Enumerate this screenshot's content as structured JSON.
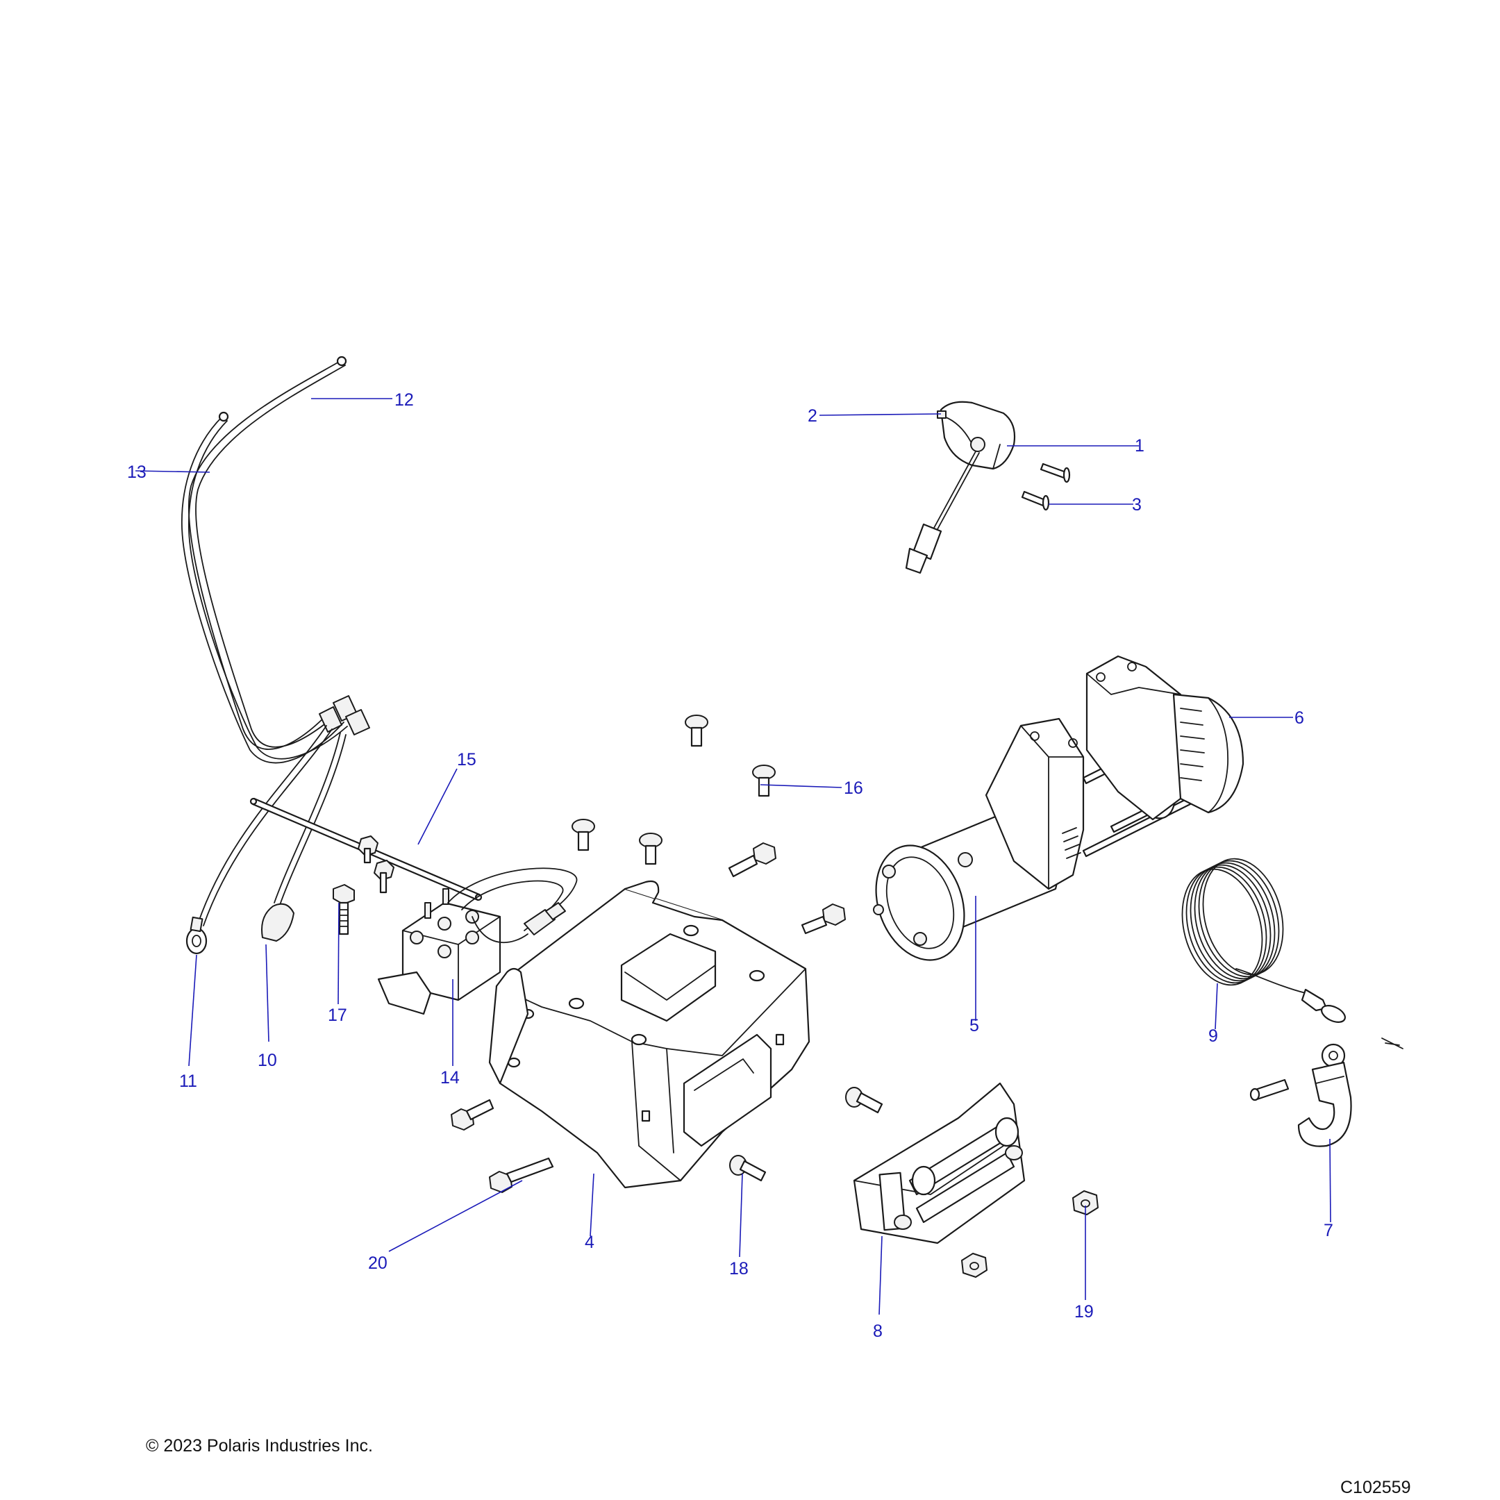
{
  "callouts": {
    "c1": "1",
    "c2": "2",
    "c3": "3",
    "c4": "4",
    "c5": "5",
    "c6": "6",
    "c7": "7",
    "c8": "8",
    "c9": "9",
    "c10": "10",
    "c11": "11",
    "c12": "12",
    "c13": "13",
    "c14": "14",
    "c15": "15",
    "c16": "16",
    "c17": "17",
    "c18": "18",
    "c19": "19",
    "c20": "20"
  },
  "footer": {
    "copyright": "© 2023 Polaris Industries Inc.",
    "drawing_id": "C102559"
  },
  "colors": {
    "callout": "#1a1ab8",
    "line": "#1a1a1a"
  }
}
